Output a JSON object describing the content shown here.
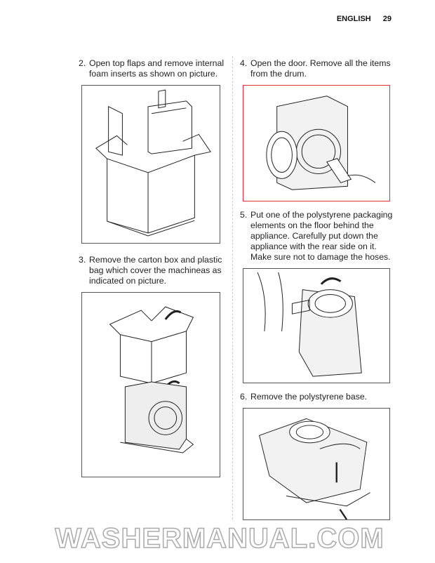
{
  "header": {
    "language": "ENGLISH",
    "page_number": "29"
  },
  "steps": [
    {
      "num": "2.",
      "text": "Open top flaps and remove internal foam inserts as shown on picture."
    },
    {
      "num": "3.",
      "text": "Remove the carton box and plastic bag which cover the machineas as indicated on picture."
    },
    {
      "num": "4.",
      "text": "Open the door. Remove all the items from the drum."
    },
    {
      "num": "5.",
      "text": "Put one of the polystyrene packaging elements on the floor behind the appliance. Carefully put down the appliance with the rear side on it. Make sure not to damage the hoses."
    },
    {
      "num": "6.",
      "text": "Remove the polystyrene base."
    }
  ],
  "watermark": "WASHERMANUAL.COM"
}
